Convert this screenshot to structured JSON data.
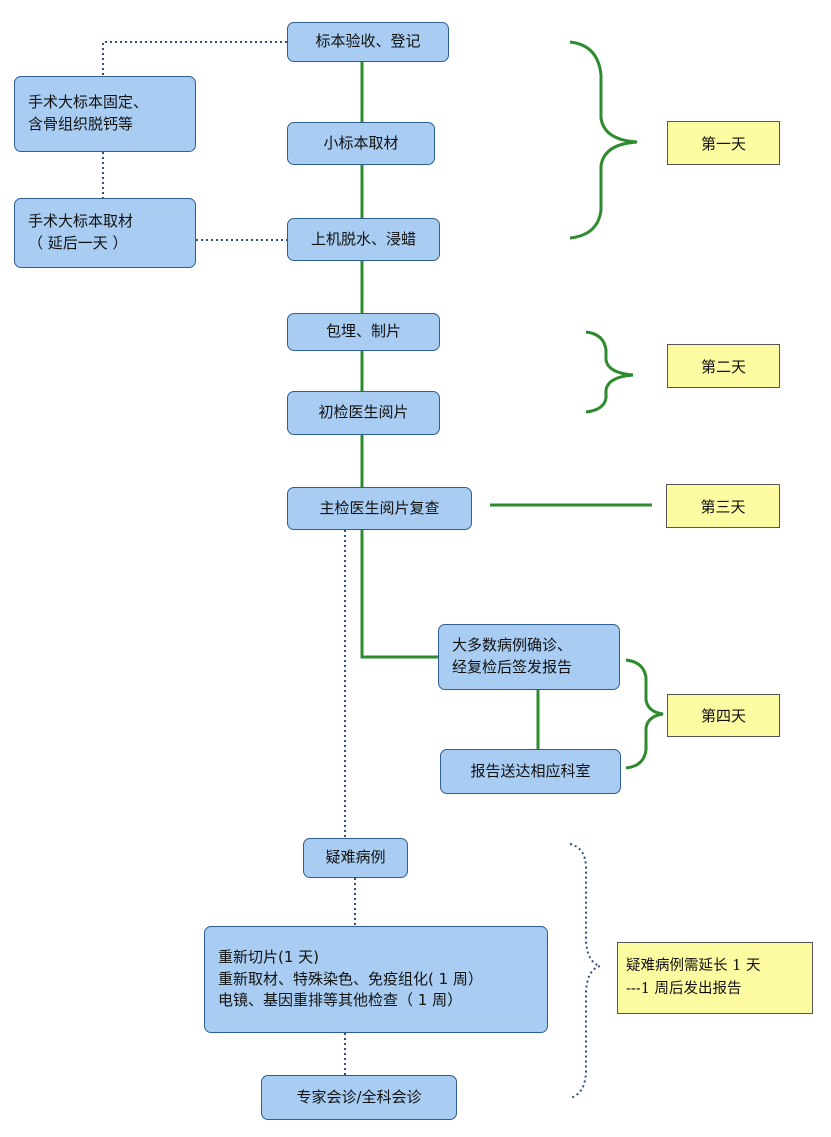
{
  "steps": {
    "receive": "标本验收、登记",
    "large_fix": [
      "手术大标本固定、",
      "含骨组织脱钙等"
    ],
    "small_sampling": "小标本取材",
    "large_sampling": [
      "手术大标本取材",
      "（ 延后一天 ）"
    ],
    "dehydrate": "上机脱水、浸蜡",
    "embed": "包埋、制片",
    "first_review": "初检医生阅片",
    "chief_review": "主检医生阅片复查",
    "confirm": [
      "大多数病例确诊、",
      "经复检后签发报告"
    ],
    "deliver": "报告送达相应科室",
    "difficult": "疑难病例",
    "reprocess": [
      "重新切片(1 天)",
      "重新取材、特殊染色、免疫组化( 1 周）",
      "电镜、基因重排等其他检查（ 1 周）"
    ],
    "consult": "专家会诊/全科会诊"
  },
  "days": {
    "day1": "第一天",
    "day2": "第二天",
    "day3": "第三天",
    "day4": "第四天"
  },
  "note": [
    "疑难病例需延长 1 天",
    "---1 周后发出报告"
  ],
  "colors": {
    "node_fill": "#a9cdf2",
    "node_border": "#2f5f8f",
    "day_fill": "#fdfba2",
    "solid_line": "#2e8b2e",
    "dotted_line": "#2f4f7f"
  }
}
